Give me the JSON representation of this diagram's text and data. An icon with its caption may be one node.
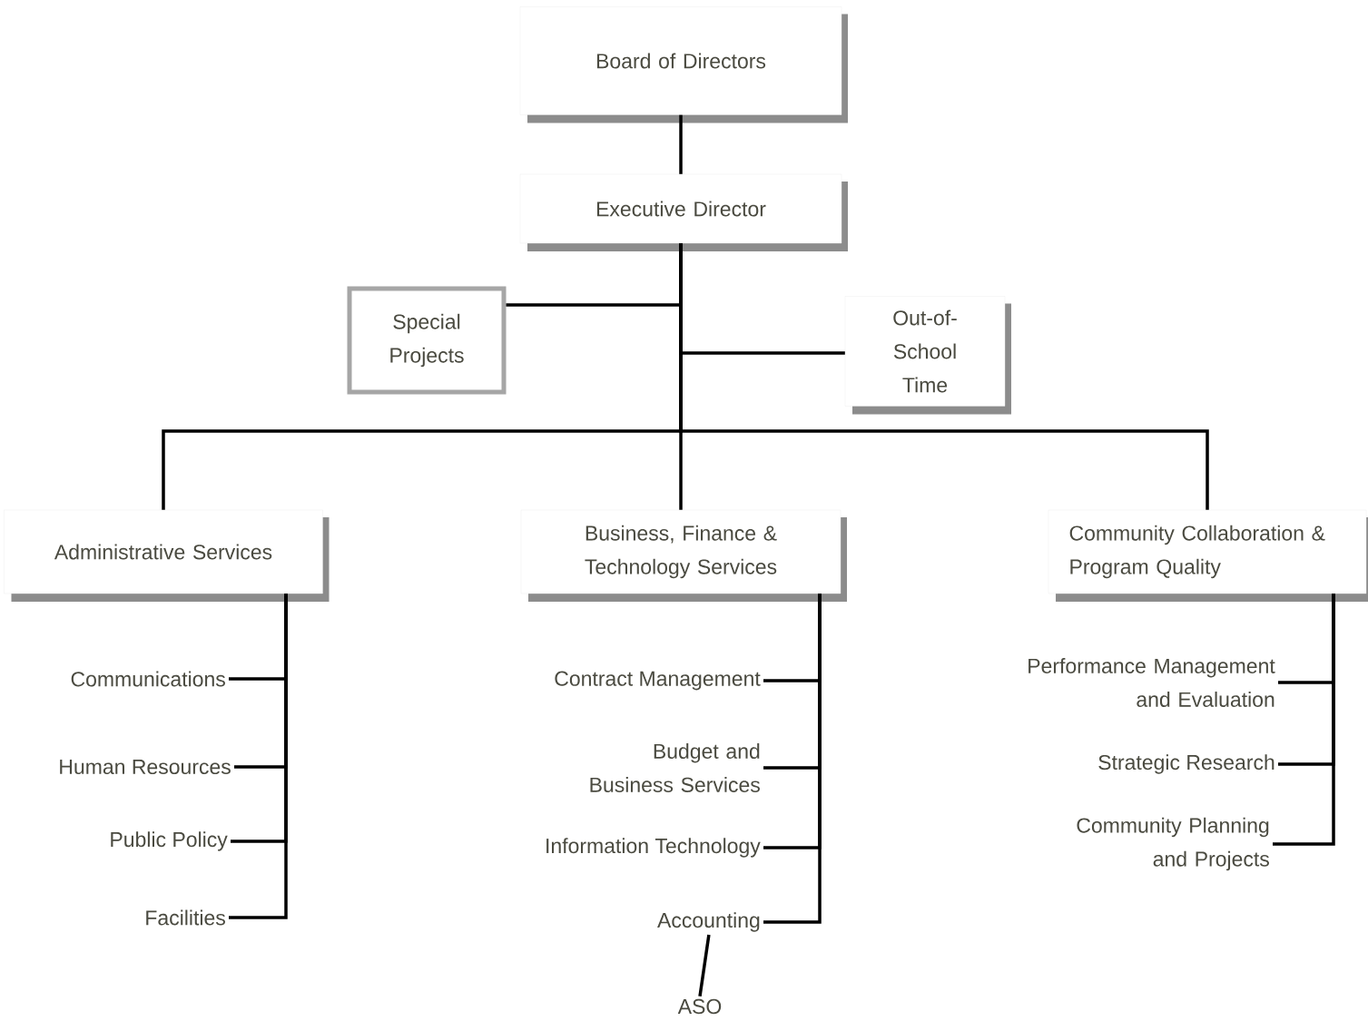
{
  "diagram": {
    "nodes": [
      {
        "text": [
          "Board of Directors"
        ]
      },
      {
        "text": [
          "Executive Director"
        ]
      },
      {
        "text": [
          "Special Projects"
        ]
      },
      {
        "text": [
          "Out-of-School Time"
        ]
      },
      {
        "text": [
          "Administrative Services"
        ]
      },
      {
        "text": [
          "Business, Finance & Technology Services"
        ]
      },
      {
        "text": [
          "Community Collaboration & Program Quality"
        ]
      },
      {
        "text": [
          "Communications"
        ]
      },
      {
        "text": [
          "Human Resources"
        ]
      },
      {
        "text": [
          "Public Policy"
        ]
      },
      {
        "text": [
          "Facilities"
        ]
      },
      {
        "text": [
          "Contract Management"
        ]
      },
      {
        "text": [
          "Budget and Business Services"
        ]
      },
      {
        "text": [
          "Information Technology"
        ]
      },
      {
        "text": [
          "Accounting"
        ]
      },
      {
        "text": [
          "Performance Management and Evaluation"
        ]
      },
      {
        "text": [
          "Strategic Research"
        ]
      },
      {
        "text": [
          "Community Planning and Projects"
        ]
      },
      {
        "text": [
          "ASO"
        ]
      }
    ],
    "edges": [
      {
        "from": 0,
        "to": 1,
        "arrow": "none"
      },
      {
        "from": 1,
        "to": 2,
        "arrow": "none"
      },
      {
        "from": 1,
        "to": 3,
        "arrow": "none"
      },
      {
        "from": 1,
        "to": 4,
        "arrow": "none"
      },
      {
        "from": 1,
        "to": 5,
        "arrow": "none"
      },
      {
        "from": 1,
        "to": 6,
        "arrow": "none"
      },
      {
        "from": 4,
        "to": 7,
        "arrow": "none"
      },
      {
        "from": 4,
        "to": 8,
        "arrow": "none"
      },
      {
        "from": 4,
        "to": 9,
        "arrow": "none"
      },
      {
        "from": 4,
        "to": 10,
        "arrow": "none"
      },
      {
        "from": 5,
        "to": 11,
        "arrow": "none"
      },
      {
        "from": 5,
        "to": 12,
        "arrow": "none"
      },
      {
        "from": 5,
        "to": 13,
        "arrow": "none"
      },
      {
        "from": 5,
        "to": 14,
        "arrow": "none"
      },
      {
        "from": 6,
        "to": 15,
        "arrow": "none"
      },
      {
        "from": 6,
        "to": 16,
        "arrow": "none"
      },
      {
        "from": 6,
        "to": 17,
        "arrow": "none"
      },
      {
        "from": 14,
        "to": 18,
        "arrow": "none"
      }
    ]
  }
}
